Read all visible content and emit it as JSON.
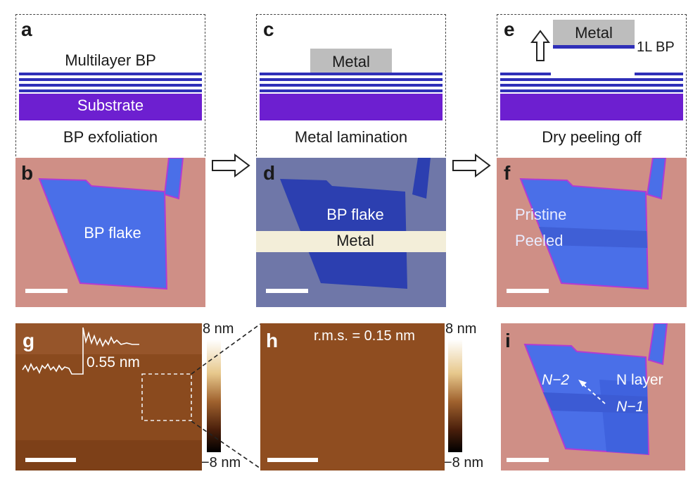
{
  "panels": {
    "a": {
      "letter": "a",
      "layer_label": "Multilayer BP",
      "substrate_label": "Substrate",
      "caption": "BP exfoliation"
    },
    "b": {
      "letter": "b",
      "flake_label": "BP flake"
    },
    "c": {
      "letter": "c",
      "metal_label": "Metal",
      "caption": "Metal lamination"
    },
    "d": {
      "letter": "d",
      "flake_label": "BP flake",
      "metal_label": "Metal"
    },
    "e": {
      "letter": "e",
      "metal_label": "Metal",
      "layer_label": "1L BP",
      "caption": "Dry peeling off"
    },
    "f": {
      "letter": "f",
      "pristine_label": "Pristine",
      "peeled_label": "Peeled"
    },
    "g": {
      "letter": "g",
      "step_label": "0.55 nm"
    },
    "h": {
      "letter": "h",
      "rms_label": "r.m.s. = 0.15 nm"
    },
    "i": {
      "letter": "i",
      "n2_label": "N−2",
      "n_label": "N layer",
      "n1_label": "N−1"
    }
  },
  "colorbar": {
    "max_label": "8 nm",
    "min_label": "−8 nm"
  },
  "colors": {
    "bp_layer": "#2f2fb8",
    "substrate": "#6d1fd0",
    "metal": "#bdbdbd",
    "optical_bg": "#cf8f86",
    "flake": "#4a6fe8",
    "afm": "#8a4a1e"
  }
}
